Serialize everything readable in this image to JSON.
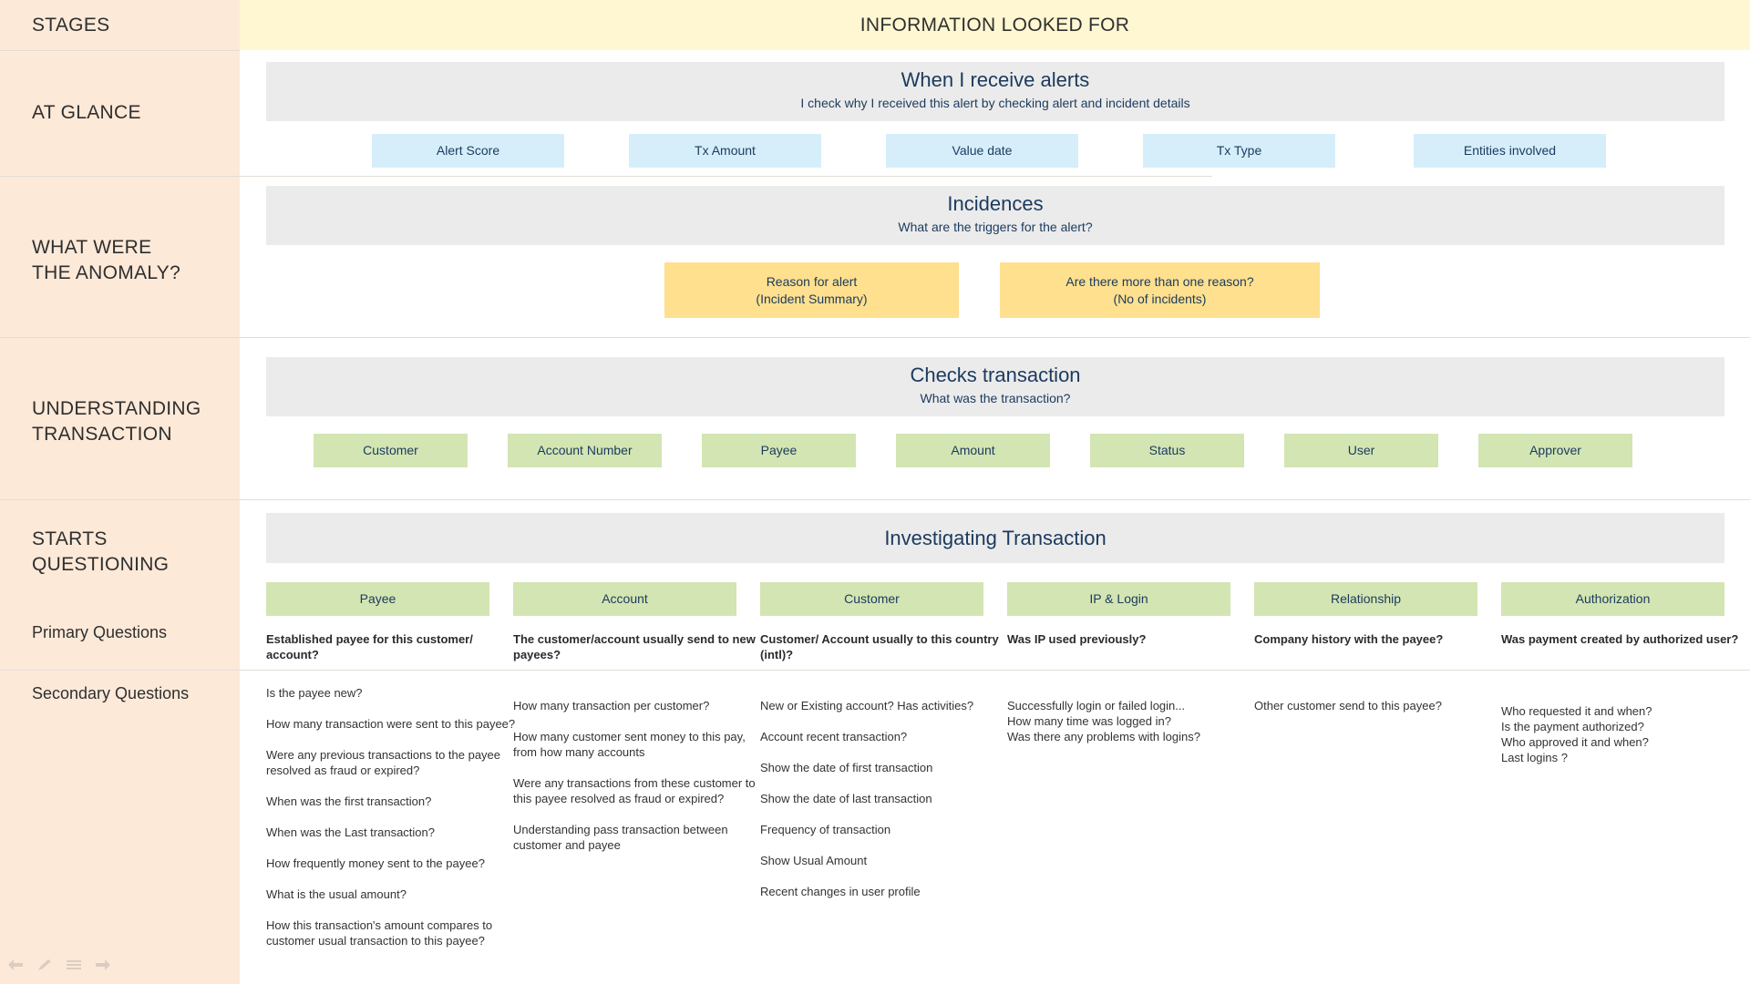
{
  "header": {
    "stages_label": "STAGES",
    "info_label": "INFORMATION LOOKED FOR"
  },
  "stages": {
    "at_glance": "AT GLANCE",
    "anomaly_line1": "WHAT WERE",
    "anomaly_line2": "THE ANOMALY?",
    "understanding_line1": "UNDERSTANDING",
    "understanding_line2": "TRANSACTION",
    "questioning_line1": "STARTS",
    "questioning_line2": "QUESTIONING",
    "primary": "Primary Questions",
    "secondary": "Secondary Questions"
  },
  "alerts": {
    "title": "When I receive alerts",
    "subtitle": "I check why I received this alert by checking alert and incident details",
    "items": [
      "Alert Score",
      "Tx Amount",
      "Value date",
      "Tx Type",
      "Entities involved"
    ]
  },
  "incidences": {
    "title": "Incidences",
    "subtitle": "What are the triggers for the alert?",
    "items": [
      {
        "line1": "Reason for alert",
        "line2": "(Incident Summary)"
      },
      {
        "line1": "Are there more than one reason?",
        "line2": "(No of incidents)"
      }
    ]
  },
  "checks": {
    "title": "Checks transaction",
    "subtitle": "What was the transaction?",
    "items": [
      "Customer",
      "Account Number",
      "Payee",
      "Amount",
      "Status",
      "User",
      "Approver"
    ]
  },
  "investigating": {
    "title": "Investigating Transaction",
    "columns": [
      {
        "label": "Payee",
        "primary": "Established payee for this customer/ account?",
        "secondary": [
          "Is the payee new?",
          "How many transaction were sent to this payee?",
          "Were any previous transactions to the payee resolved as fraud or expired?",
          "When was the first transaction?",
          "When was the Last transaction?",
          "How frequently money sent to the payee?",
          "What is the usual amount?",
          "How this transaction's amount compares to customer usual transaction to this payee?"
        ]
      },
      {
        "label": "Account",
        "primary": "The customer/account usually send to new payees?",
        "secondary": [
          "How many transaction per customer?",
          "How many customer sent money to this pay, from how many accounts",
          "Were any transactions from these customer to this payee resolved as fraud or expired?",
          "Understanding pass transaction between customer and payee"
        ]
      },
      {
        "label": "Customer",
        "primary": "Customer/ Account usually to this country (intl)?",
        "secondary": [
          "New or Existing account? Has activities?",
          "Account recent transaction?",
          "Show the date of first transaction",
          "Show the date of last transaction",
          "Frequency of transaction",
          "Show Usual Amount",
          "Recent changes in user profile"
        ]
      },
      {
        "label": "IP & Login",
        "primary": "Was IP used previously?",
        "secondary": [
          "Successfully login or failed login...",
          "How many time was logged in?",
          "Was there any problems with logins?"
        ]
      },
      {
        "label": "Relationship",
        "primary": "Company history with the payee?",
        "secondary": [
          "Other customer send to this payee?"
        ]
      },
      {
        "label": "Authorization",
        "primary": "Was payment created by authorized user?",
        "secondary": [
          "Who requested it and when?",
          "Is the payment authorized?",
          "Who approved it and when?",
          "Last logins ?"
        ]
      }
    ]
  }
}
